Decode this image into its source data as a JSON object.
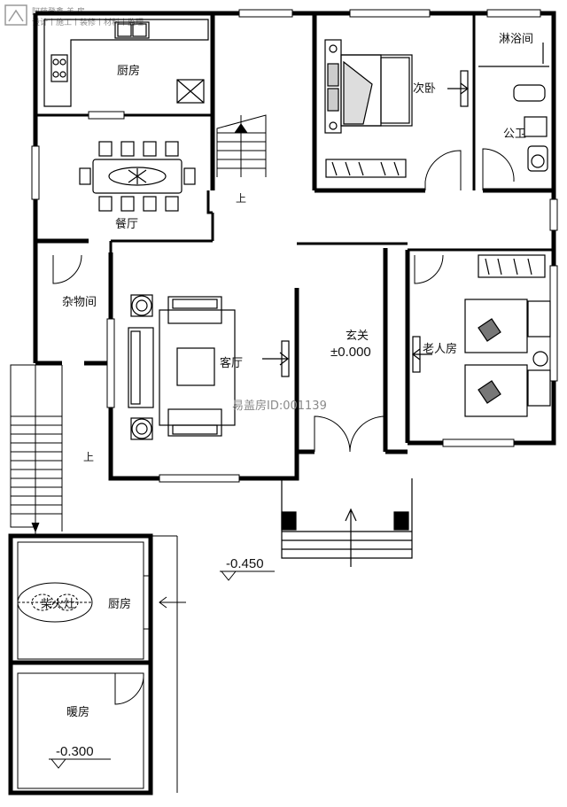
{
  "logo": {
    "line1": "阿萨登鑫 盖 房",
    "line2": "设计丨施工丨装修丨材料丨监理"
  },
  "rooms": {
    "kitchen": "厨房",
    "dining": "餐厅",
    "storage": "杂物间",
    "living": "客厅",
    "foyer": "玄关",
    "second_bedroom": "次卧",
    "shower": "淋浴间",
    "public_bath": "公卫",
    "elder_room": "老人房",
    "outer_kitchen": "厨房",
    "stove": "柴火灶",
    "boiler_room": "暖房"
  },
  "stairs": {
    "up_inner": "上",
    "up_outer": "上"
  },
  "elevations": {
    "main": "±0.000",
    "yard": "-0.450",
    "boiler": "-0.300"
  },
  "watermark": "易盖房ID:001139"
}
